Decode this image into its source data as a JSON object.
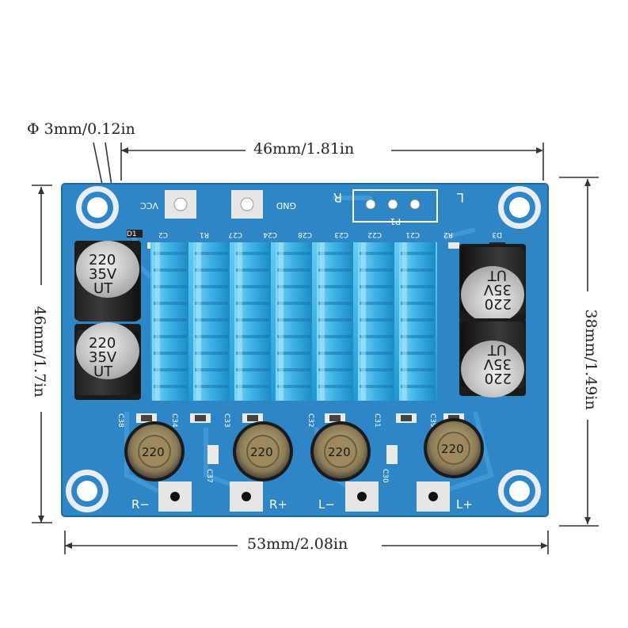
{
  "dimensions": {
    "hole": "Φ 3mm/0.12in",
    "hole_spacing_width": "46mm/1.81in",
    "board_width": "53mm/2.08in",
    "board_height": "46mm/1.7in",
    "hole_spacing_height": "38mm/1.49in"
  },
  "board_labels": {
    "vcc": "VCC",
    "gnd": "GND",
    "r": "R",
    "l": "L",
    "pot": "P1",
    "out_r_minus": "R−",
    "out_r_plus": "R+",
    "out_l_minus": "L−",
    "out_l_plus": "L+"
  },
  "silkscreen": {
    "top_row": [
      "C2",
      "R1",
      "C27",
      "C24",
      "C28",
      "C23",
      "C22",
      "C21",
      "R2",
      "D3"
    ],
    "left": [
      "D1",
      "C38",
      "C34"
    ],
    "bottom": [
      "C33",
      "C32",
      "C31",
      "C39",
      "C37",
      "C30"
    ]
  },
  "capacitors": [
    {
      "value": "220",
      "voltage": "35V",
      "brand": "UT"
    },
    {
      "value": "220",
      "voltage": "35V",
      "brand": "UT"
    },
    {
      "value": "220",
      "voltage": "35V",
      "brand": "UT"
    },
    {
      "value": "220",
      "voltage": "35V",
      "brand": "UT"
    }
  ],
  "inductors": [
    "220",
    "220",
    "220",
    "220"
  ],
  "colors": {
    "pcb": "#2f86c6",
    "heatsink": "#3fb4e6",
    "dimension_line": "#333333"
  }
}
